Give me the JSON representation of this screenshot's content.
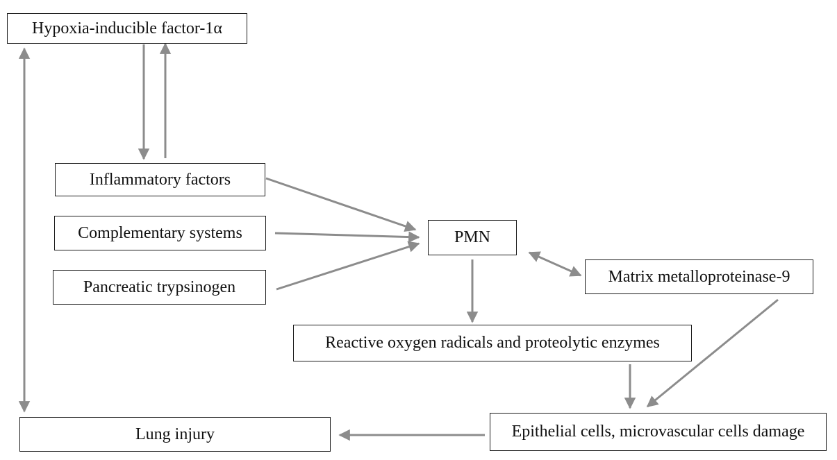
{
  "colors": {
    "arrow": "#8c8c8c",
    "box_border": "#1a1a1a",
    "text": "#111111",
    "background": "#ffffff"
  },
  "nodes": {
    "hif": "Hypoxia-inducible factor-1α",
    "inflammatory": "Inflammatory factors",
    "complementary": "Complementary systems",
    "trypsinogen": "Pancreatic trypsinogen",
    "pmn": "PMN",
    "mmp9": "Matrix metalloproteinase-9",
    "reactive": "Reactive oxygen radicals and proteolytic enzymes",
    "epithelial": "Epithelial cells, microvascular cells damage",
    "lung": "Lung injury"
  },
  "edges": [
    {
      "from": "hif",
      "to": "inflammatory",
      "direction": "forward"
    },
    {
      "from": "inflammatory",
      "to": "hif",
      "direction": "forward"
    },
    {
      "from": "hif",
      "to": "lung",
      "direction": "both"
    },
    {
      "from": "inflammatory",
      "to": "pmn",
      "direction": "forward"
    },
    {
      "from": "complementary",
      "to": "pmn",
      "direction": "forward"
    },
    {
      "from": "trypsinogen",
      "to": "pmn",
      "direction": "forward"
    },
    {
      "from": "pmn",
      "to": "mmp9",
      "direction": "both"
    },
    {
      "from": "pmn",
      "to": "reactive",
      "direction": "forward"
    },
    {
      "from": "reactive",
      "to": "epithelial",
      "direction": "forward"
    },
    {
      "from": "mmp9",
      "to": "epithelial",
      "direction": "forward"
    },
    {
      "from": "epithelial",
      "to": "lung",
      "direction": "forward"
    }
  ]
}
